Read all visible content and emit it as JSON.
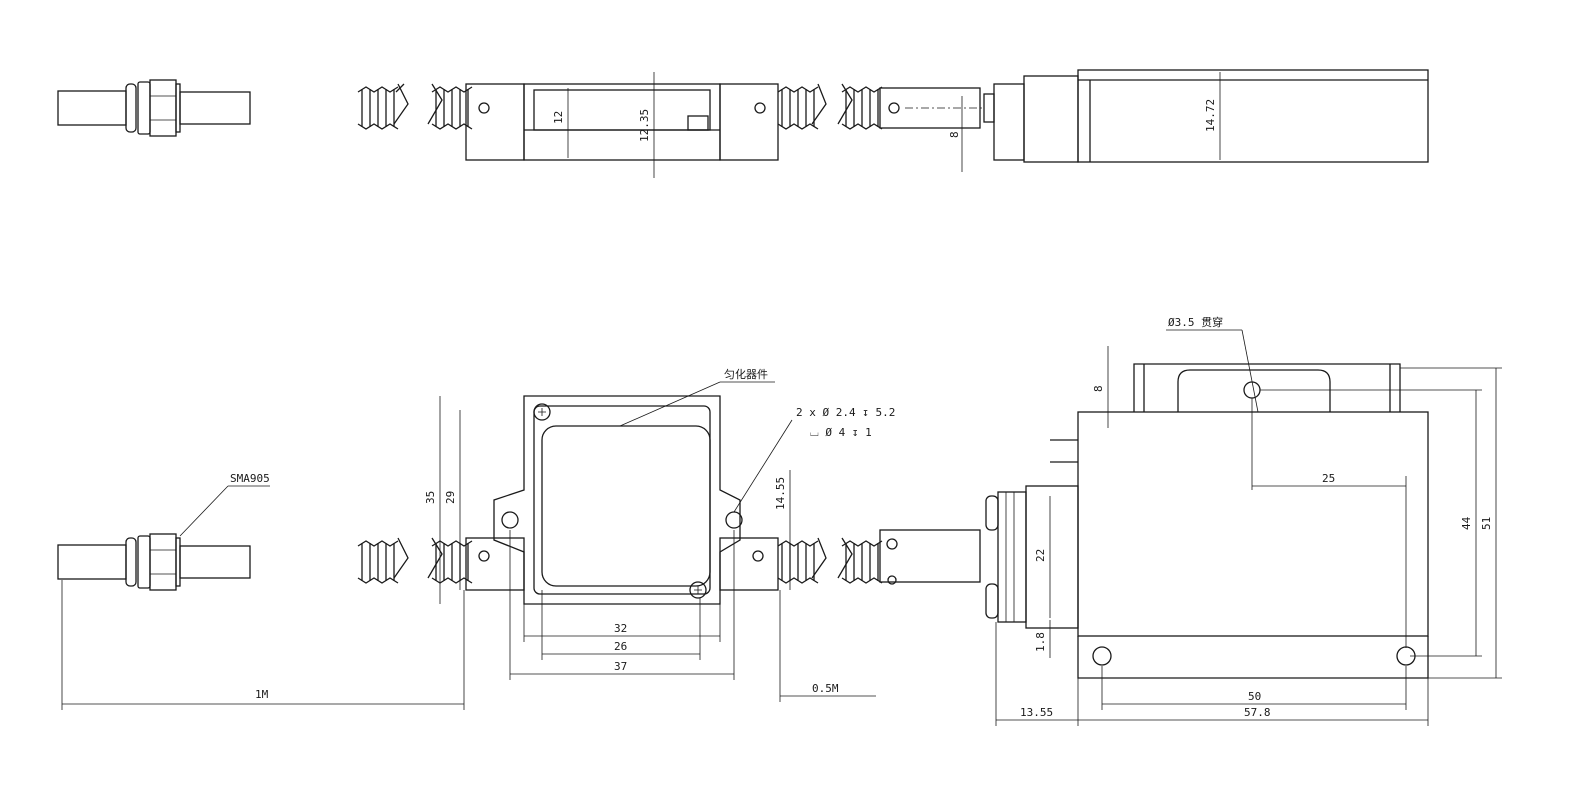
{
  "labels": {
    "sma": "SMA905",
    "homogenizer": "匀化器件",
    "hole_through": "Ø3.5 贯穿",
    "counterbore_1": "2 x Ø 2.4 ↧ 5.2",
    "counterbore_2": "⌴ Ø 4 ↧ 1"
  },
  "dimensions": {
    "top_height_12": "12",
    "top_height_1235": "12.35",
    "top_fiber_8": "8",
    "top_height_1472": "14.72",
    "cable_1m": "1M",
    "cable_05m": "0.5M",
    "width_32": "32",
    "width_26": "26",
    "width_37": "37",
    "height_35": "35",
    "height_29": "29",
    "height_1455": "14.55",
    "flange_8": "8",
    "offset_25": "25",
    "height_22": "22",
    "height_18": "1.8",
    "height_44": "44",
    "height_51": "51",
    "width_50": "50",
    "width_578": "57.8",
    "width_1355": "13.55"
  }
}
